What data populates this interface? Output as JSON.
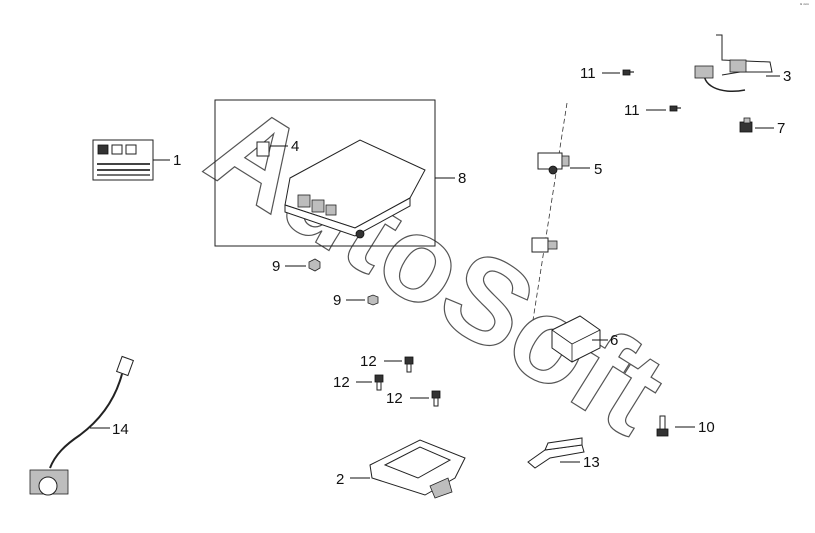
{
  "corner_mark": "ᵉ ⁿⁿⁿ",
  "watermark": "AutoSoft",
  "callouts": {
    "c1": "1",
    "c2": "2",
    "c3": "3",
    "c4": "4",
    "c5": "5",
    "c6": "6",
    "c7": "7",
    "c8": "8",
    "c9a": "9",
    "c9b": "9",
    "c10": "10",
    "c11a": "11",
    "c11b": "11",
    "c12a": "12",
    "c12b": "12",
    "c12c": "12",
    "c13": "13",
    "c14": "14"
  },
  "parts": [
    {
      "number": "1",
      "name": "label"
    },
    {
      "number": "2",
      "name": "bracket"
    },
    {
      "number": "3",
      "name": "harness-bracket"
    },
    {
      "number": "4",
      "name": "label"
    },
    {
      "number": "5",
      "name": "sensor"
    },
    {
      "number": "6",
      "name": "module"
    },
    {
      "number": "7",
      "name": "clip"
    },
    {
      "number": "8",
      "name": "control-unit-assembly"
    },
    {
      "number": "9",
      "name": "nut"
    },
    {
      "number": "10",
      "name": "bolt"
    },
    {
      "number": "11",
      "name": "screw"
    },
    {
      "number": "12",
      "name": "bolt"
    },
    {
      "number": "13",
      "name": "bracket"
    },
    {
      "number": "14",
      "name": "harness"
    }
  ]
}
